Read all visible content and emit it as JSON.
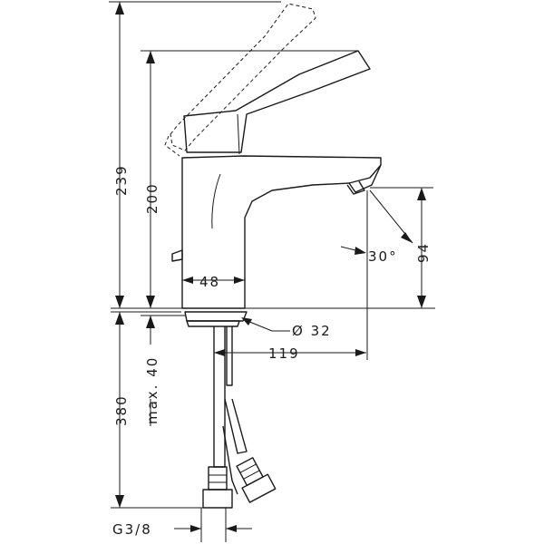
{
  "dimensions": {
    "total_height": "239",
    "spout_height": "200",
    "body_width": "48",
    "base_diameter": "Ø 32",
    "angle": "30°",
    "outlet_height": "94",
    "projection": "119",
    "max_thickness": "max. 40",
    "hose_length": "380",
    "connection": "G3/8"
  }
}
